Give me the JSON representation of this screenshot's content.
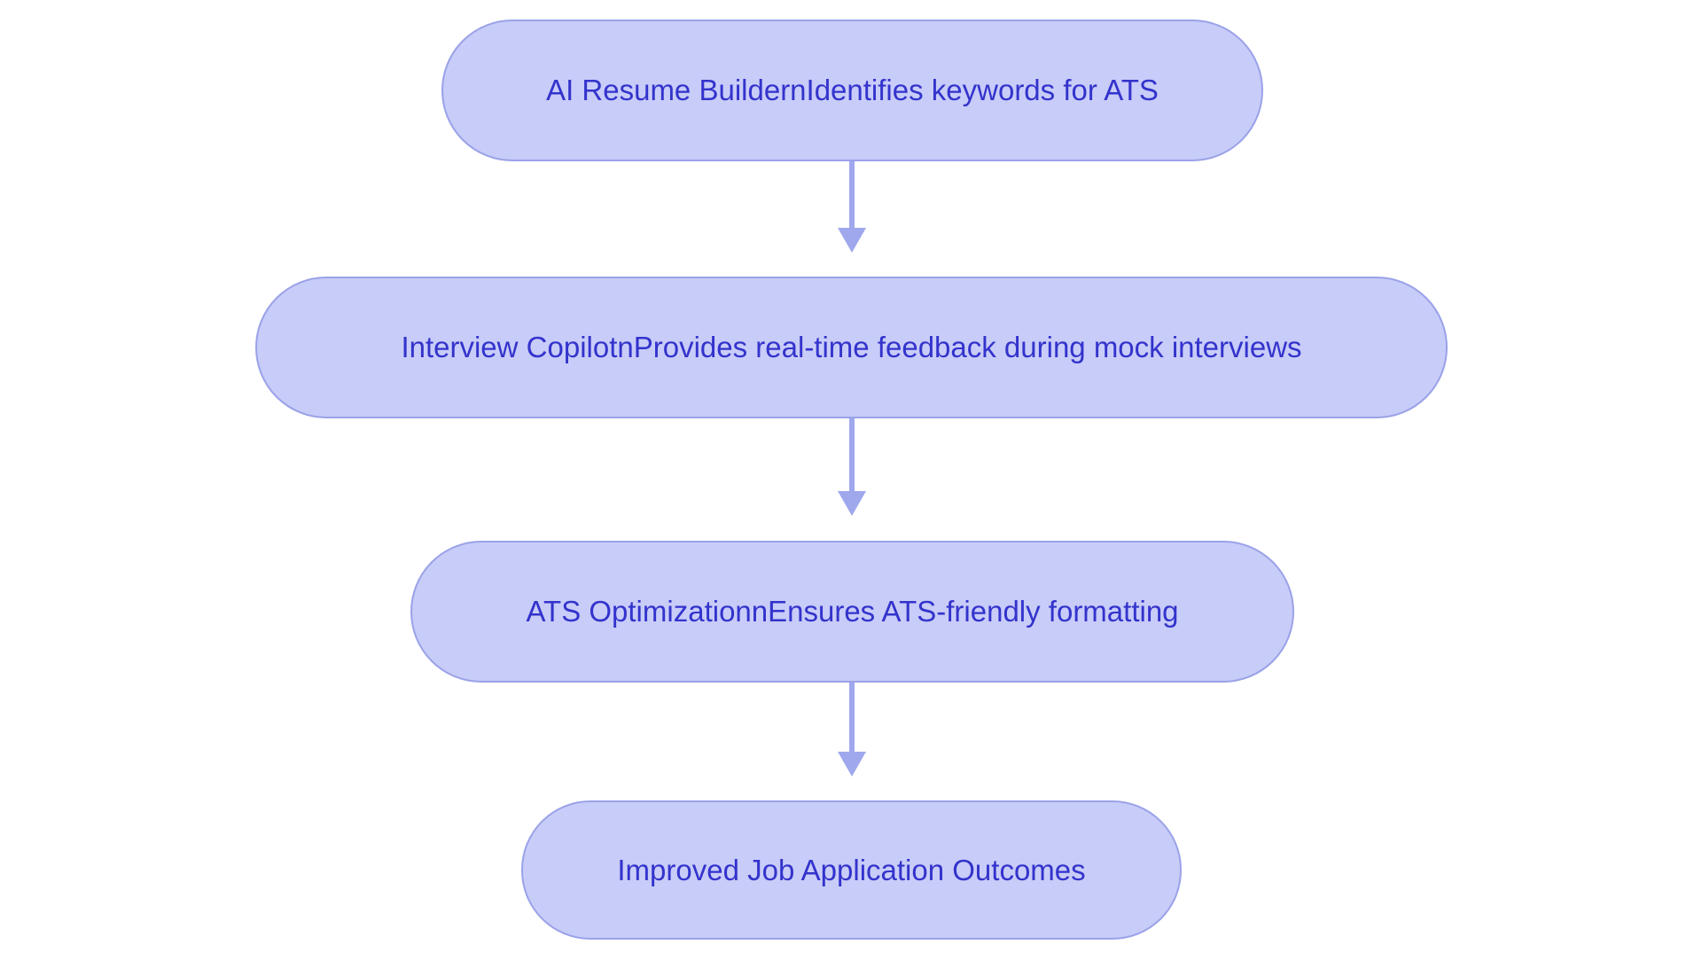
{
  "diagram": {
    "type": "flowchart",
    "orientation": "top-to-bottom",
    "background_color": "#ffffff",
    "node_fill_color": "#c8ccf8",
    "node_border_color": "#9aa2e8",
    "node_text_color": "#3333cc",
    "edge_color": "#9fa8ec",
    "nodes": [
      {
        "id": "node-0",
        "label": "AI Resume BuildernIdentifies keywords for ATS",
        "shape": "stadium"
      },
      {
        "id": "node-1",
        "label": "Interview CopilotnProvides real-time feedback during mock interviews",
        "shape": "stadium"
      },
      {
        "id": "node-2",
        "label": "ATS OptimizationnEnsures ATS-friendly formatting",
        "shape": "stadium"
      },
      {
        "id": "node-3",
        "label": "Improved Job Application Outcomes",
        "shape": "stadium"
      }
    ],
    "edges": [
      {
        "id": "edge-0",
        "from": "node-0",
        "to": "node-1",
        "arrow": "down",
        "label": ""
      },
      {
        "id": "edge-1",
        "from": "node-1",
        "to": "node-2",
        "arrow": "down",
        "label": ""
      },
      {
        "id": "edge-2",
        "from": "node-2",
        "to": "node-3",
        "arrow": "down",
        "label": ""
      }
    ]
  }
}
